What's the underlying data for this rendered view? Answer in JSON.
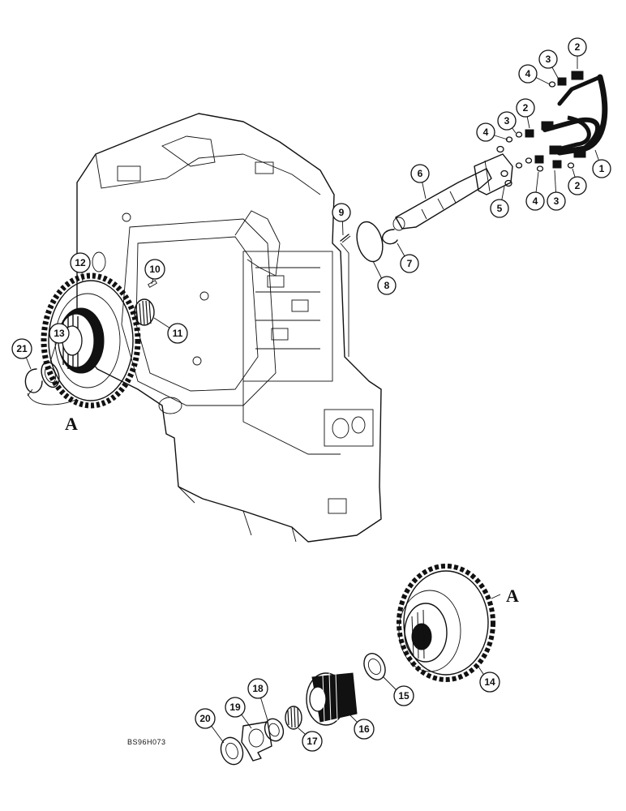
{
  "figure_code": "BS96H073",
  "section_letters": [
    "A",
    "A"
  ],
  "callouts": [
    "1",
    "2",
    "3",
    "4",
    "2",
    "3",
    "4",
    "2",
    "3",
    "4",
    "5",
    "6",
    "7",
    "8",
    "9",
    "10",
    "11",
    "12",
    "13",
    "21",
    "14",
    "15",
    "16",
    "17",
    "18",
    "19",
    "20"
  ],
  "colors": {
    "ink": "#111111",
    "paper": "#ffffff"
  }
}
